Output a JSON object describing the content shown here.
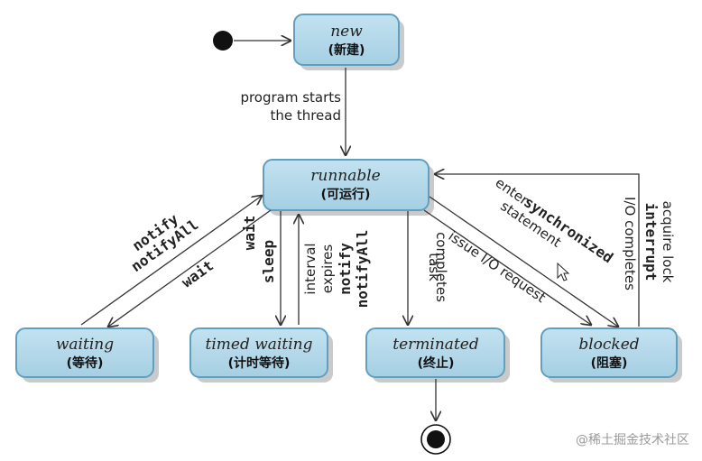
{
  "colors": {
    "state_fill": "#a9d3e6",
    "state_stroke": "#5fa0c0",
    "state_shadow": "#8a8a8a",
    "edge": "#333333"
  },
  "states": {
    "new": {
      "name": "new",
      "cn": "(新建)"
    },
    "runnable": {
      "name": "runnable",
      "cn": "(可运行)"
    },
    "waiting": {
      "name": "waiting",
      "cn": "(等待)"
    },
    "timed_waiting": {
      "name": "timed waiting",
      "cn": "(计时等待)"
    },
    "terminated": {
      "name": "terminated",
      "cn": "(终止)"
    },
    "blocked": {
      "name": "blocked",
      "cn": "(阻塞)"
    }
  },
  "labels": {
    "program_starts_1": "program starts",
    "program_starts_2": "the thread",
    "notify": "notify",
    "notifyAll": "notifyAll",
    "wait": "wait",
    "wait2": "wait",
    "sleep": "sleep",
    "interval_expires_1": "interval",
    "interval_expires_2": "expires",
    "notify2": "notify",
    "notifyAll2": "notifyAll",
    "task_completes_1": "task",
    "task_completes_2": "completes",
    "issue_io": "issue I/O request",
    "enter_1": "enter",
    "synchronized": "synchronized",
    "statement": "statement",
    "io_completes": "I/O completes",
    "acquire_lock": "acquire lock",
    "interrupt": "interrupt"
  },
  "watermark": "@稀土掘金技术社区"
}
